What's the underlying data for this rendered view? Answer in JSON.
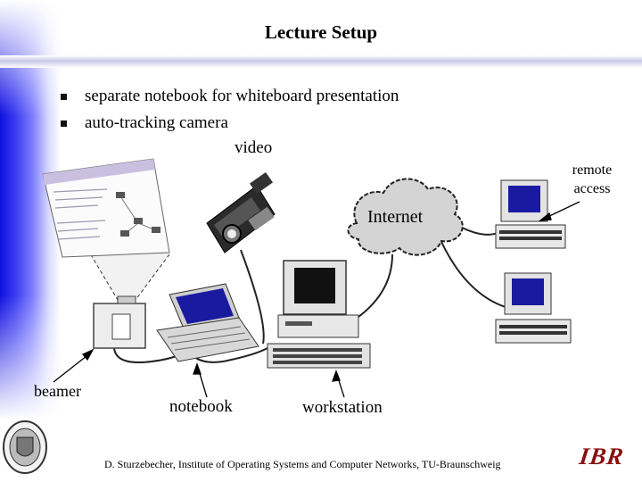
{
  "title": "Lecture Setup",
  "bullets": [
    "separate notebook for whiteboard presentation",
    "auto-tracking camera"
  ],
  "labels": {
    "video": "video",
    "remote_access_line1": "remote",
    "remote_access_line2": "access",
    "internet": "Internet",
    "beamer": "beamer",
    "notebook": "notebook",
    "workstation": "workstation"
  },
  "footer": {
    "credit": "D. Sturzebecher, Institute of Operating Systems and Computer Networks, TU-Braunschweig",
    "logo": "IBR"
  },
  "colors": {
    "sidebar_accent": "#1010e0",
    "logo": "#8a1010",
    "screen_blue": "#1a1aa0"
  }
}
